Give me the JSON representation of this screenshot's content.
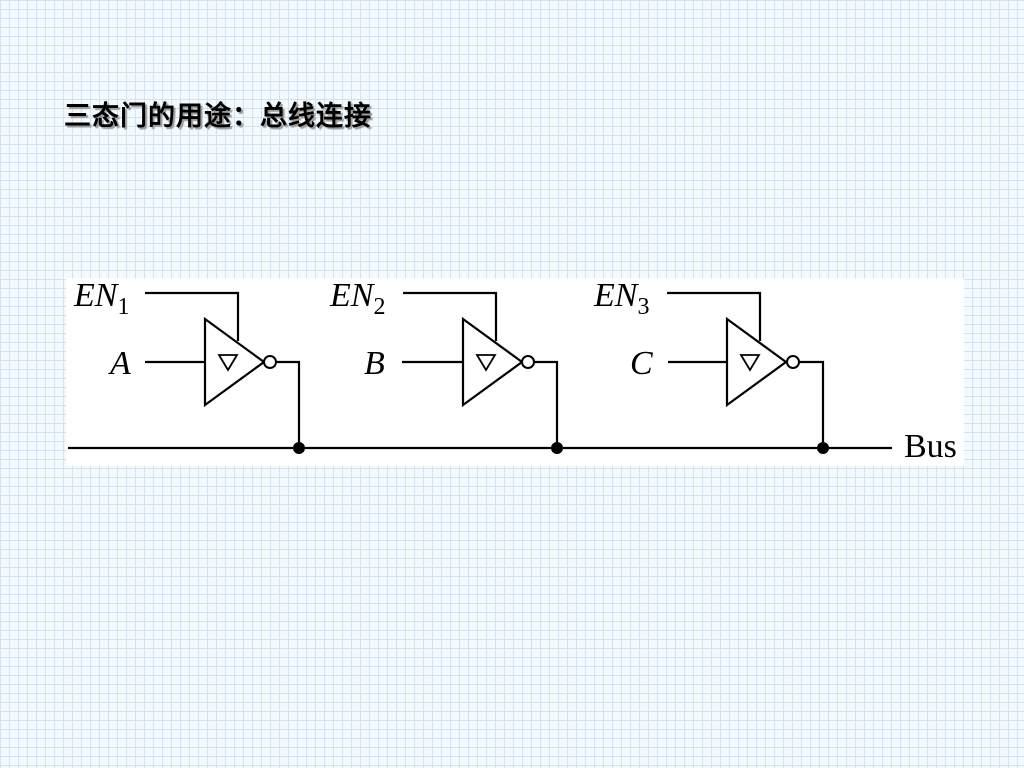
{
  "title": "三态门的用途：总线连接",
  "diagram": {
    "bus_label": "Bus",
    "gates": [
      {
        "enable": "EN",
        "enable_sub": "1",
        "input": "A"
      },
      {
        "enable": "EN",
        "enable_sub": "2",
        "input": "B"
      },
      {
        "enable": "EN",
        "enable_sub": "3",
        "input": "C"
      }
    ]
  }
}
